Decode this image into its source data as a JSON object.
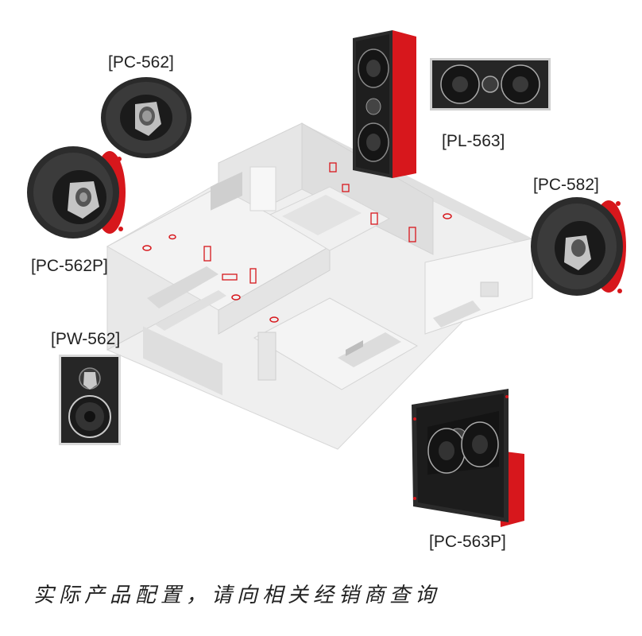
{
  "labels": {
    "pc562": "[PC-562]",
    "pl563": "[PL-563]",
    "pc582": "[PC-582]",
    "pc562p": "[PC-562P]",
    "pw562": "[PW-562]",
    "pc563p": "[PC-563P]"
  },
  "footer": "实际产品配置，请向相关经销商查询",
  "colors": {
    "accent": "#d7171c",
    "speaker_dark": "#222222",
    "house_wall": "#e3e3e3",
    "house_floor": "#efefef"
  }
}
